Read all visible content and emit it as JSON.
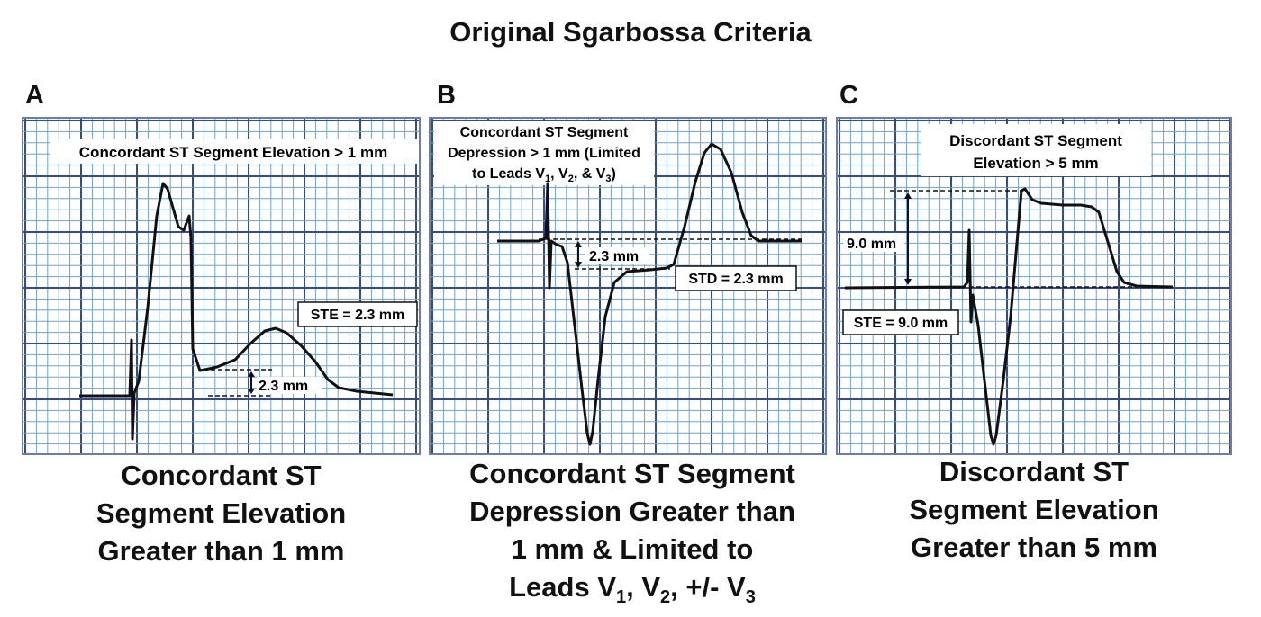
{
  "title": "Original Sgarbossa Criteria",
  "panels": [
    {
      "letter": "A",
      "box_lines": [
        "Concordant ST Segment  Elevation > 1 mm"
      ],
      "measure_label": "2.3 mm",
      "value_label": "STE = 2.3 mm",
      "caption_lines": [
        "Concordant ST",
        "Segment Elevation",
        "Greater than 1 mm"
      ]
    },
    {
      "letter": "B",
      "box_lines": [
        "Concordant ST Segment",
        "Depression > 1 mm (Limited",
        "to Leads V1, V2, & V3)"
      ],
      "measure_label": "2.3 mm",
      "value_label": "STD = 2.3 mm",
      "caption_lines": [
        "Concordant ST Segment",
        "Depression Greater than",
        "1 mm & Limited to",
        "Leads V1, V2, +/- V3"
      ]
    },
    {
      "letter": "C",
      "box_lines": [
        "Discordant ST Segment",
        "Elevation > 5 mm"
      ],
      "measure_label": "9.0 mm",
      "value_label": "STE = 9.0 mm",
      "caption_lines": [
        "Discordant ST",
        "Segment Elevation",
        "Greater than 5 mm"
      ]
    }
  ],
  "colors": {
    "grid_minor": "#6fa3c8",
    "grid_major": "#2f4b9a",
    "trace": "#111111",
    "label_box": "#ffffff"
  }
}
